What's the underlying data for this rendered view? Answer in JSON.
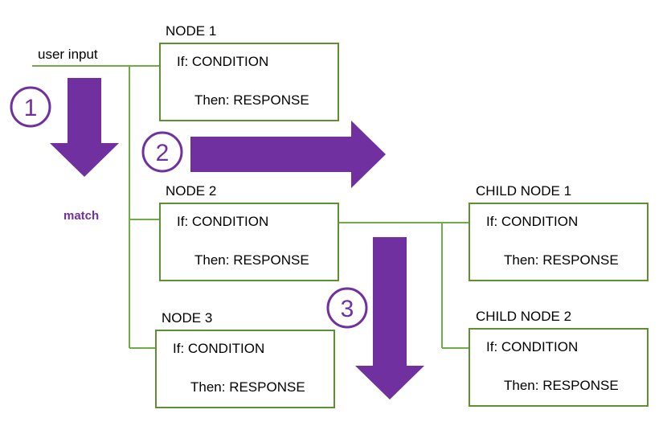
{
  "diagram": {
    "input_label": "user input",
    "match_label": "match",
    "nodes": [
      {
        "title": "NODE 1",
        "condition": "If: CONDITION",
        "response": "Then: RESPONSE"
      },
      {
        "title": "NODE 2",
        "condition": "If: CONDITION",
        "response": "Then: RESPONSE"
      },
      {
        "title": "NODE 3",
        "condition": "If: CONDITION",
        "response": "Then: RESPONSE"
      }
    ],
    "child_nodes": [
      {
        "title": "CHILD NODE 1",
        "condition": "If: CONDITION",
        "response": "Then: RESPONSE"
      },
      {
        "title": "CHILD NODE 2",
        "condition": "If: CONDITION",
        "response": "Then: RESPONSE"
      }
    ],
    "steps": [
      "1",
      "2",
      "3"
    ],
    "colors": {
      "connector": "#70ad47",
      "box_border": "#5e8f32",
      "arrow": "#7030a0"
    }
  }
}
